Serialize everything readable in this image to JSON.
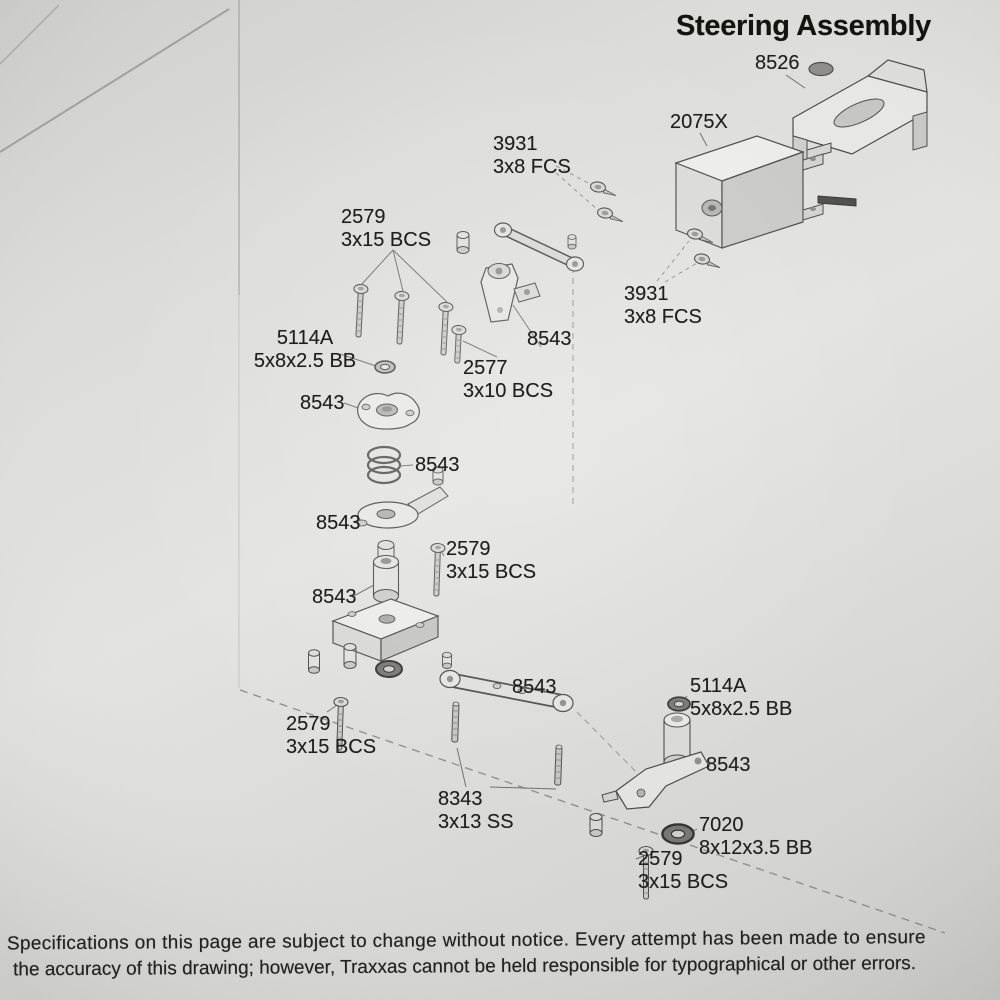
{
  "page": {
    "title": "Steering Assembly",
    "footer_line1": "Specifications on this page are subject to change without notice.  Every attempt has been made to ensure",
    "footer_line2": "the accuracy of this drawing; however, Traxxas cannot be held responsible for typographical or other errors.",
    "colors": {
      "paper": "#dcdcda",
      "ink": "#1f1f1d",
      "line_art": "#4c4b47"
    }
  },
  "labels": [
    {
      "num": "8526",
      "spec": ""
    },
    {
      "num": "2075X",
      "spec": ""
    },
    {
      "num": "3931",
      "spec": "3x8 FCS"
    },
    {
      "num": "3931",
      "spec": "3x8 FCS"
    },
    {
      "num": "2579",
      "spec": "3x15 BCS"
    },
    {
      "num": "5114A",
      "spec": "5x8x2.5 BB"
    },
    {
      "num": "8543",
      "spec": ""
    },
    {
      "num": "2577",
      "spec": "3x10 BCS"
    },
    {
      "num": "8543",
      "spec": ""
    },
    {
      "num": "8543",
      "spec": ""
    },
    {
      "num": "8543",
      "spec": ""
    },
    {
      "num": "2579",
      "spec": "3x15 BCS"
    },
    {
      "num": "8543",
      "spec": ""
    },
    {
      "num": "2579",
      "spec": "3x15 BCS"
    },
    {
      "num": "8543",
      "spec": ""
    },
    {
      "num": "5114A",
      "spec": "5x8x2.5 BB"
    },
    {
      "num": "8543",
      "spec": ""
    },
    {
      "num": "7020",
      "spec": "8x12x3.5 BB"
    },
    {
      "num": "8343",
      "spec": "3x13 SS"
    },
    {
      "num": "2579",
      "spec": "3x15 BCS"
    }
  ]
}
